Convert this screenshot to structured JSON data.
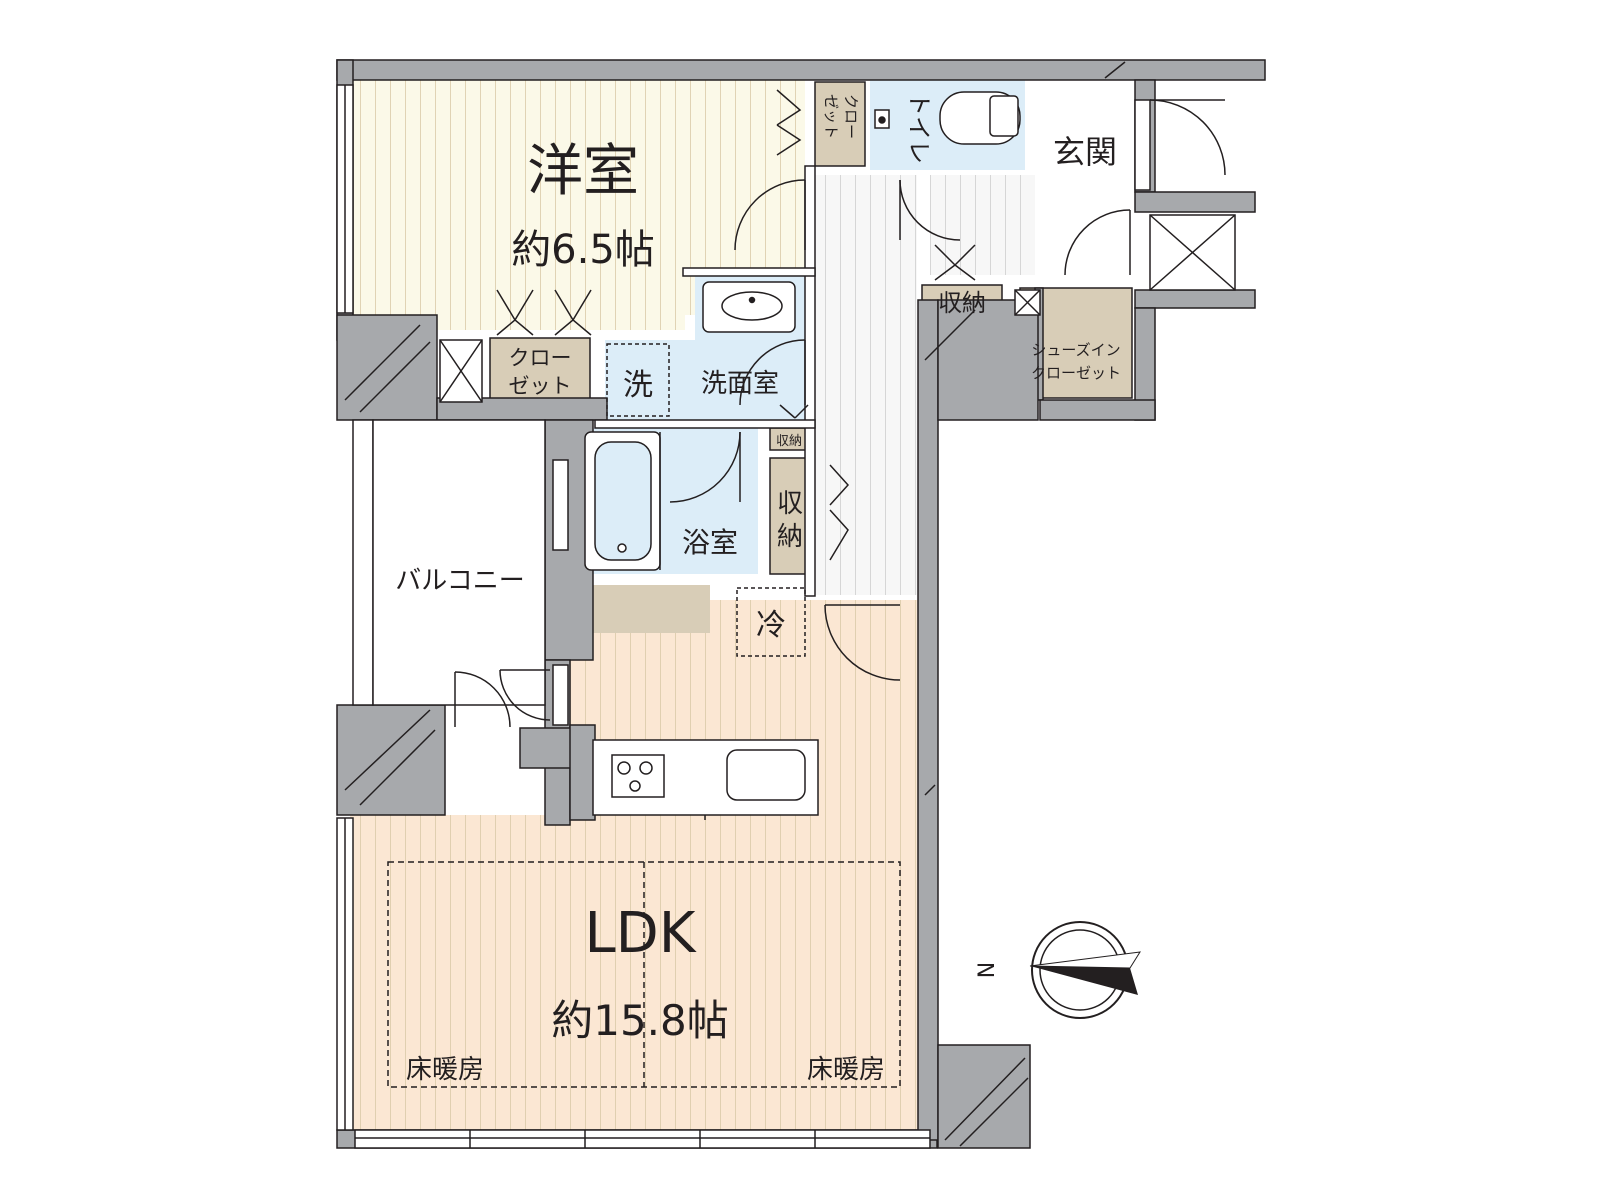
{
  "rooms": {
    "western_room": {
      "name": "洋室",
      "size": "約6.5帖"
    },
    "ldk": {
      "name": "LDK",
      "size": "約15.8帖"
    },
    "floor_heating_left": "床暖房",
    "floor_heating_right": "床暖房",
    "closet_bedroom_top": "クロー",
    "closet_bedroom_bottom": "ゼット",
    "closet_small_col1": "ゼット",
    "closet_small_col2": "クロー",
    "toilet": "トイレ",
    "entrance": "玄関",
    "storage_entrance": "収納",
    "shoe_closet_line1": "シューズイン",
    "shoe_closet_line2": "クローゼット",
    "washroom": "洗面室",
    "washer": "洗",
    "storage_small": "収納",
    "bathroom": "浴室",
    "storage_hall_line1": "収",
    "storage_hall_line2": "納",
    "fridge": "冷",
    "balcony": "バルコニー"
  },
  "compass": {
    "north": "N"
  },
  "colors": {
    "wall": "#a7a9ac",
    "western_floor": "#fbf9e8",
    "ldk_floor": "#fbe7d3",
    "wet_area": "#dcedf8",
    "storage": "#d8cdb7",
    "hall_floor": "#f7f7f7",
    "line": "#231f20"
  }
}
